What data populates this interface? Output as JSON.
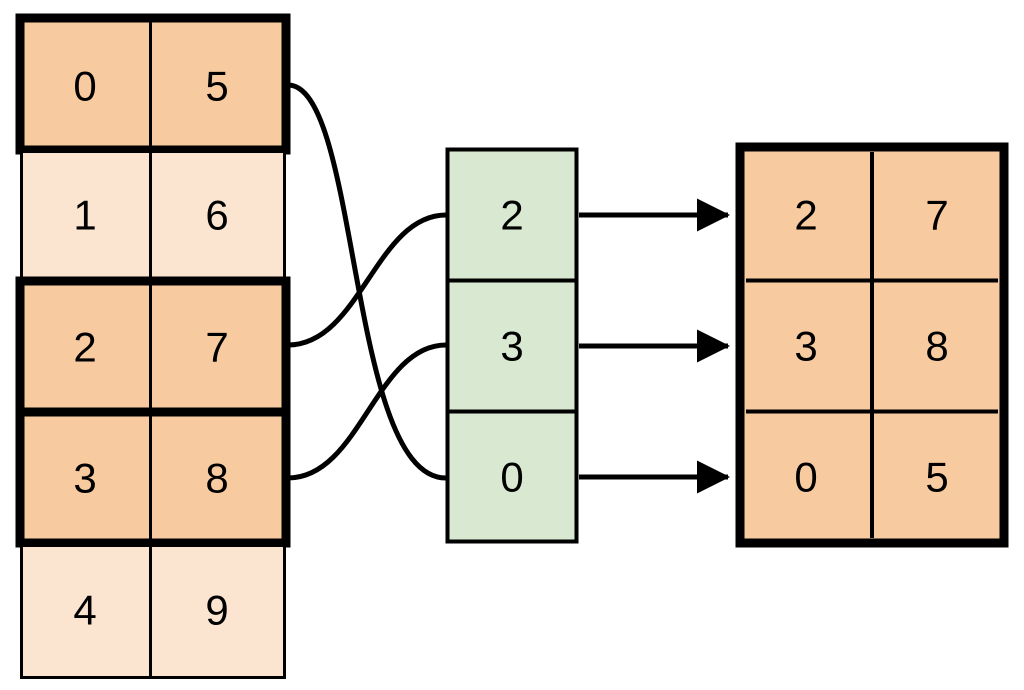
{
  "diagram": {
    "title": "",
    "type": "table-gather-diagram",
    "colors": {
      "highlight_fill": "#f7caa0",
      "plain_fill": "#fbe5d0",
      "index_fill": "#d9e8d0",
      "stroke": "#000000",
      "background": "#ffffff"
    },
    "source_table": {
      "name": "source-table",
      "columns": 2,
      "rows": [
        {
          "index": 0,
          "cells": [
            "0",
            "5"
          ],
          "highlighted": true
        },
        {
          "index": 1,
          "cells": [
            "1",
            "6"
          ],
          "highlighted": false
        },
        {
          "index": 2,
          "cells": [
            "2",
            "7"
          ],
          "highlighted": true
        },
        {
          "index": 3,
          "cells": [
            "3",
            "8"
          ],
          "highlighted": true
        },
        {
          "index": 4,
          "cells": [
            "4",
            "9"
          ],
          "highlighted": false
        }
      ]
    },
    "index_column": {
      "name": "index-column",
      "cells": [
        "2",
        "3",
        "0"
      ]
    },
    "result_table": {
      "name": "result-table",
      "columns": 2,
      "rows": [
        {
          "index": 0,
          "cells": [
            "2",
            "7"
          ]
        },
        {
          "index": 1,
          "cells": [
            "3",
            "8"
          ]
        },
        {
          "index": 2,
          "cells": [
            "0",
            "5"
          ]
        }
      ]
    },
    "connections": [
      {
        "from_row": 0,
        "to_index_cell": 2,
        "label": "row-0-to-index-0"
      },
      {
        "from_row": 2,
        "to_index_cell": 0,
        "label": "row-2-to-index-2"
      },
      {
        "from_row": 3,
        "to_index_cell": 1,
        "label": "row-3-to-index-3"
      }
    ],
    "arrows": [
      {
        "from_index_cell": 0,
        "to_result_row": 0
      },
      {
        "from_index_cell": 1,
        "to_result_row": 1
      },
      {
        "from_index_cell": 2,
        "to_result_row": 2
      }
    ]
  }
}
